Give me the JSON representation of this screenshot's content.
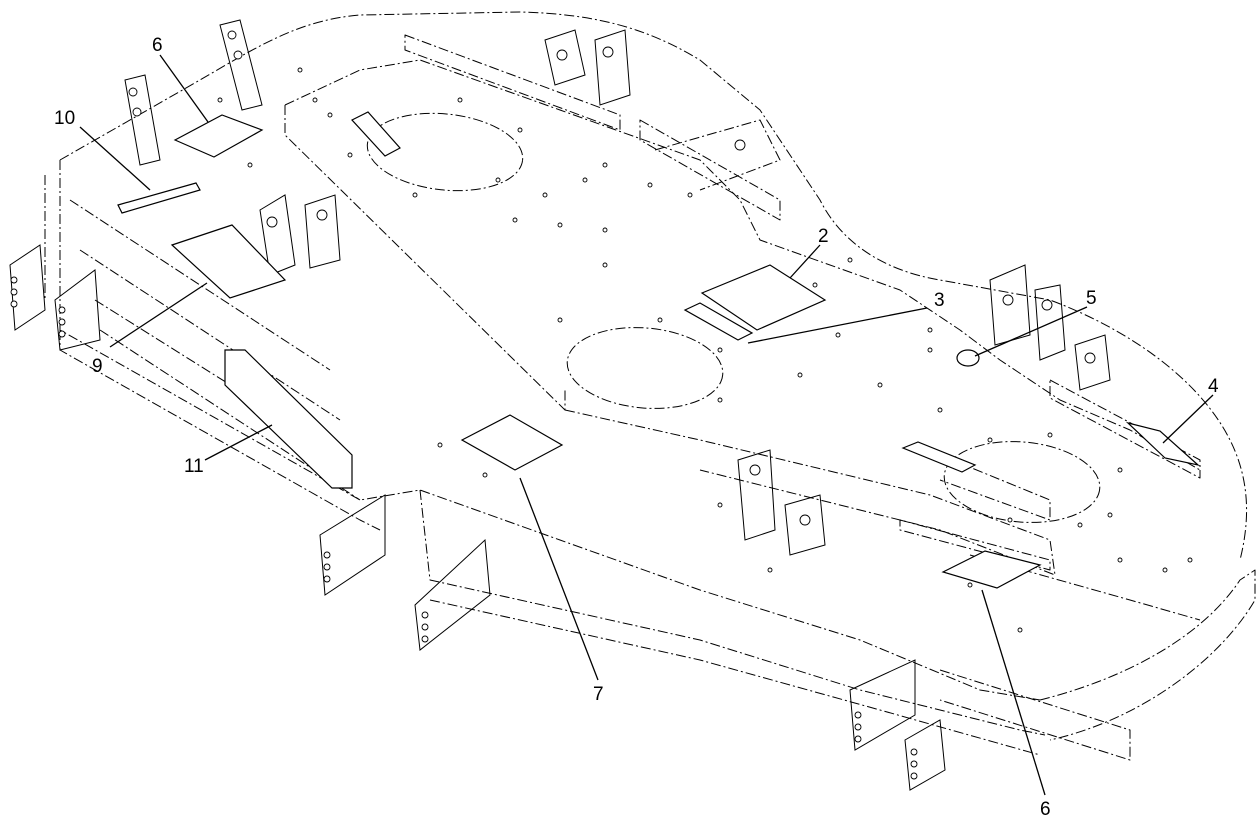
{
  "callouts": [
    {
      "id": "c2",
      "text": "2"
    },
    {
      "id": "c3",
      "text": "3"
    },
    {
      "id": "c4",
      "text": "4"
    },
    {
      "id": "c5",
      "text": "5"
    },
    {
      "id": "c6a",
      "text": "6"
    },
    {
      "id": "c6b",
      "text": "6"
    },
    {
      "id": "c7",
      "text": "7"
    },
    {
      "id": "c9",
      "text": "9"
    },
    {
      "id": "c10",
      "text": "10"
    },
    {
      "id": "c11",
      "text": "11"
    }
  ]
}
